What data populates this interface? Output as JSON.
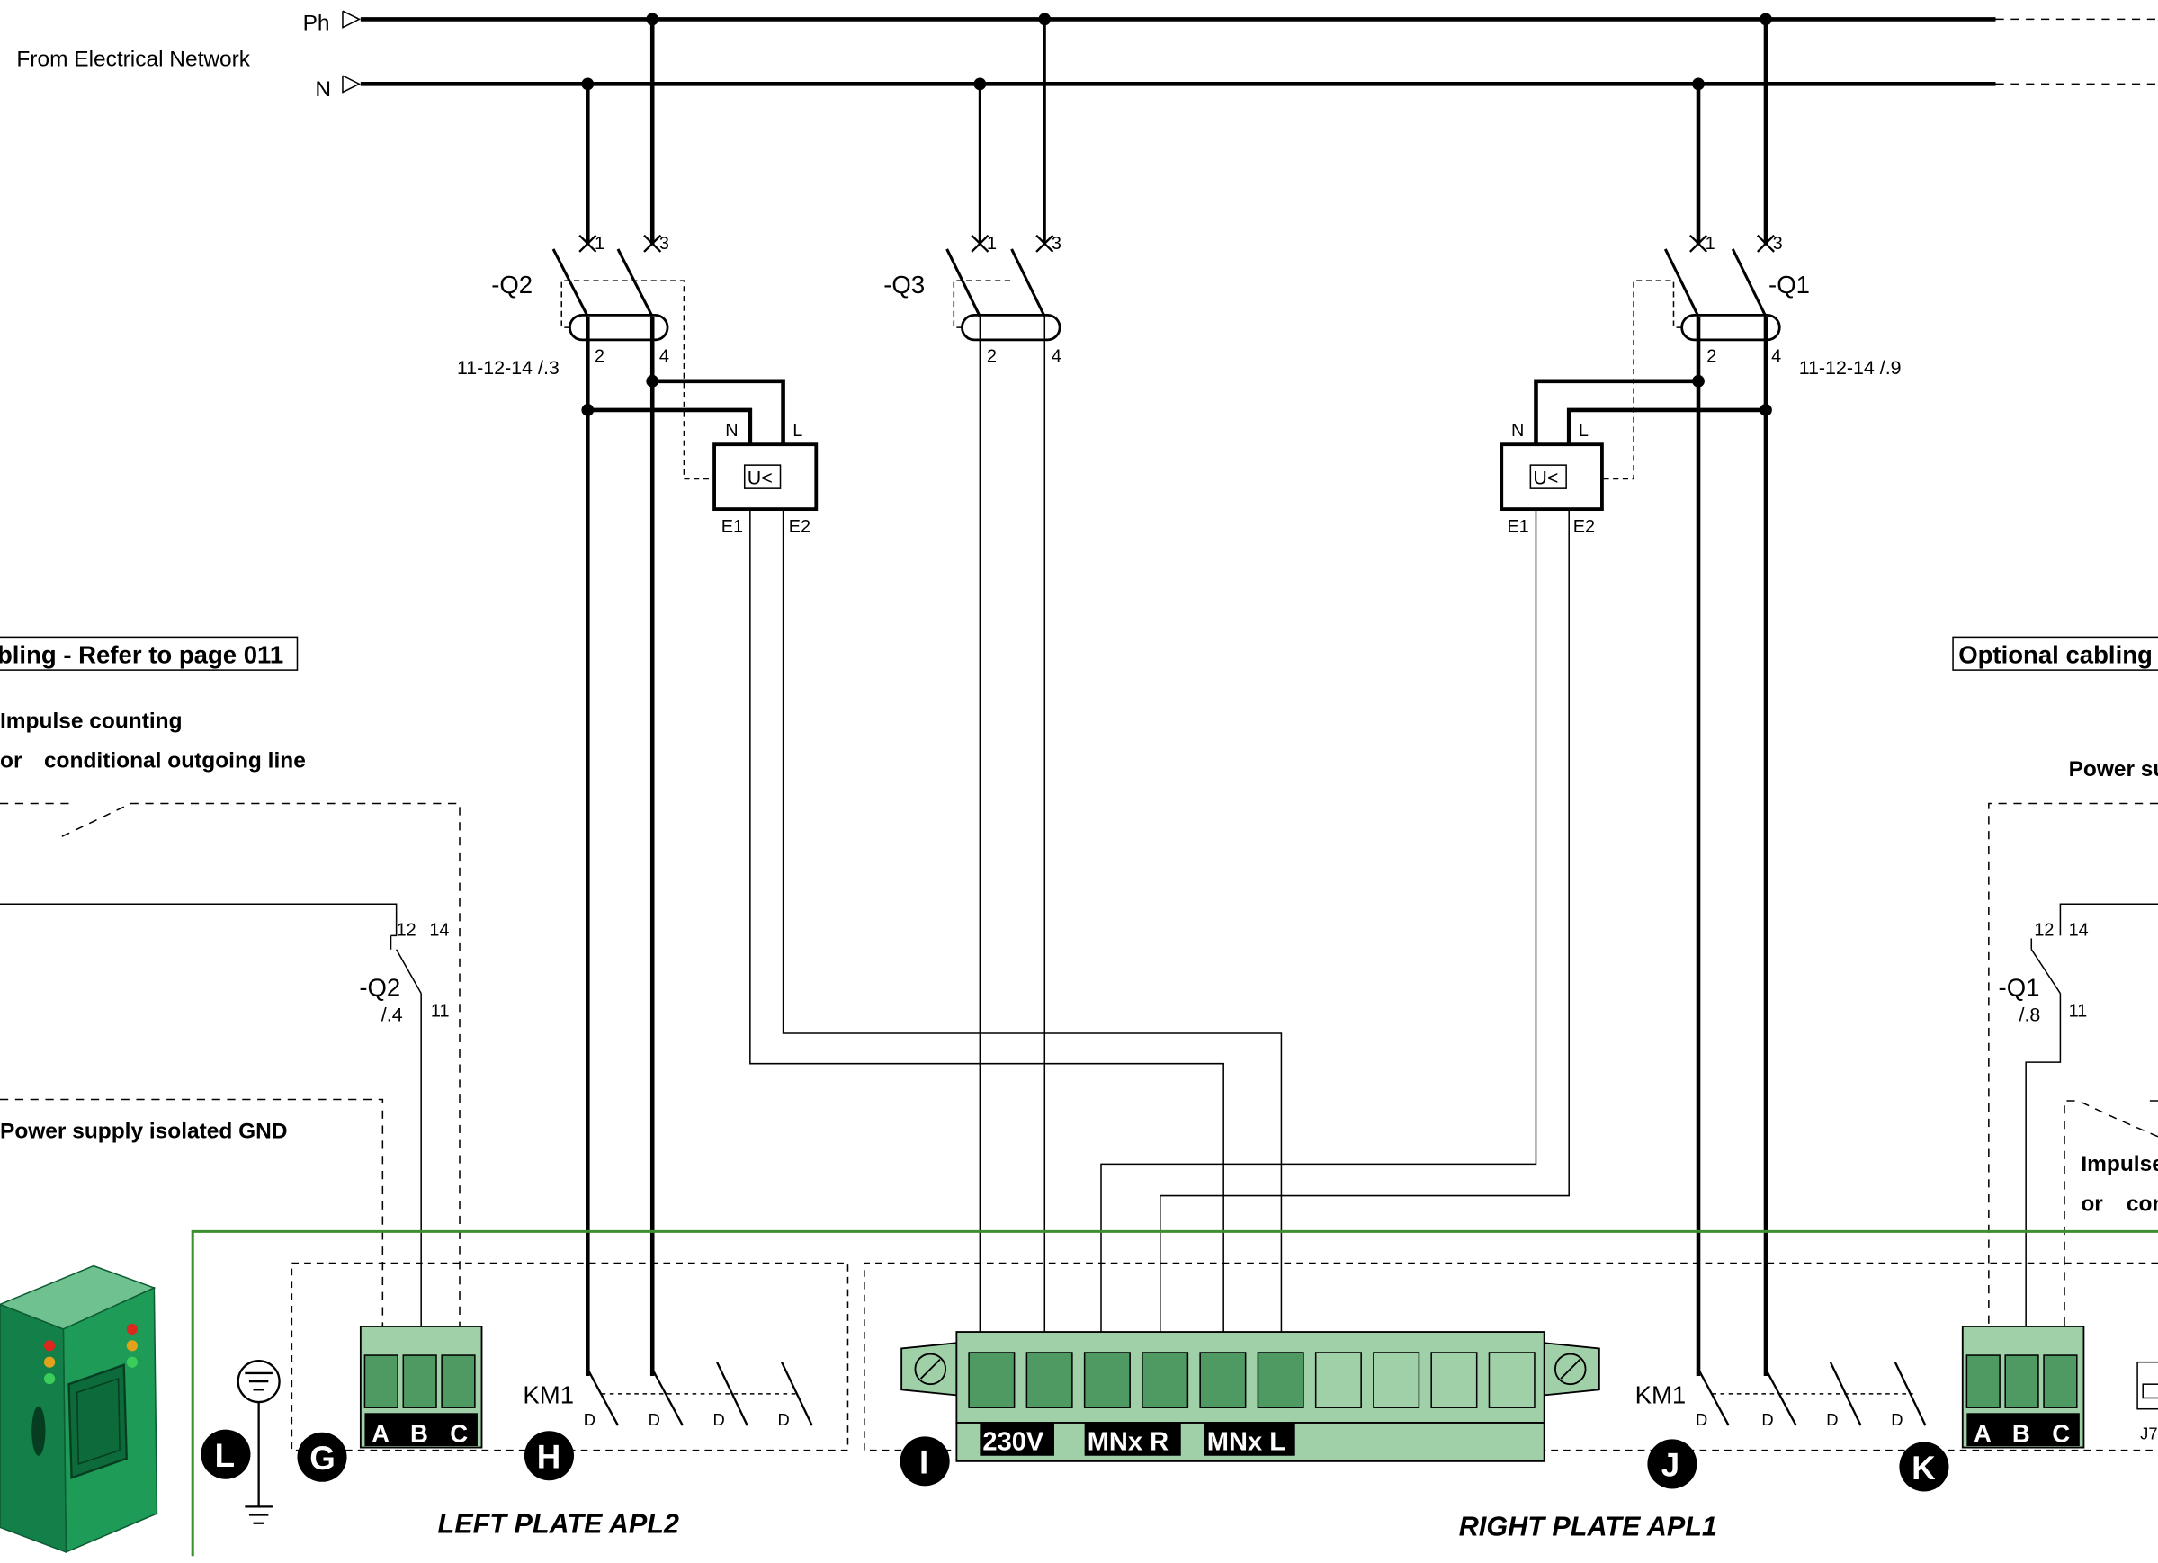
{
  "labels": {
    "ph": "Ph",
    "n": "N",
    "from_network": "From Electrical Network",
    "q2": "-Q2",
    "q3": "-Q3",
    "q1": "-Q1",
    "q2_ref": "11-12-14 /.3",
    "q1_ref": "11-12-14 /.9",
    "pin1": "1",
    "pin2": "2",
    "pin3": "3",
    "pin4": "4",
    "pin_n": "N",
    "pin_l": "L",
    "pin_e1": "E1",
    "pin_e2": "E2",
    "uv": "U<",
    "optional_left": "bling - Refer to page 011",
    "optional_right": "Optional cabling",
    "impulse": "Impulse counting",
    "or": "or",
    "cond_line": "conditional outgoing line",
    "power_gnd": "Power supply isolated GND",
    "power_su": "Power su",
    "impulse_r": "Impulse",
    "or_r": "or",
    "con_r": "con",
    "c12": "12",
    "c14": "14",
    "c11": "11",
    "q2_contact": "-Q2",
    "q2_contact_ref": "/.4",
    "q1_contact": "-Q1",
    "q1_contact_ref": "/.8",
    "km1": "KM1",
    "d": "D",
    "term_a": "A",
    "term_b": "B",
    "term_c": "C",
    "t230": "230V",
    "mnx_r": "MNx R",
    "mnx_l": "MNx L",
    "left_plate": "LEFT PLATE APL2",
    "right_plate": "RIGHT PLATE APL1",
    "j7": "J7",
    "marker_l": "L",
    "marker_g": "G",
    "marker_h": "H",
    "marker_i": "I",
    "marker_j": "J",
    "marker_k": "K"
  },
  "colors": {
    "terminal_green": "#9fd0a8",
    "terminal_dark": "#4f9a62",
    "frame_green": "#3c8f2e",
    "device_green": "#1e9b57"
  },
  "icons": [
    "earth-ground-icon",
    "enclosure-device-icon",
    "rj45-socket-icon"
  ]
}
